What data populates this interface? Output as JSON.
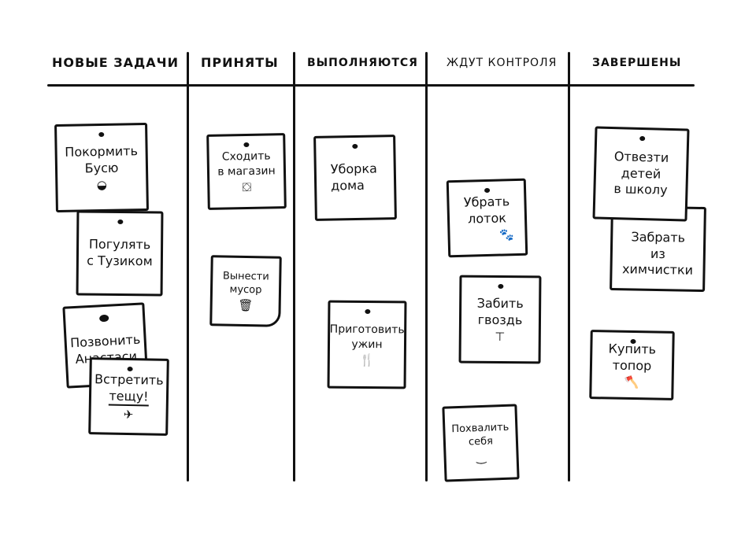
{
  "columns": [
    {
      "title": "Новые задачи"
    },
    {
      "title": "Приняты"
    },
    {
      "title": "Выполняются"
    },
    {
      "title": "Ждут контроля"
    },
    {
      "title": "Завершены"
    }
  ],
  "notes": [
    {
      "lines": [
        "Покормить",
        "Бусю"
      ],
      "icon": "bowl-icon"
    },
    {
      "lines": [
        "Погулять",
        "с Тузиком"
      ]
    },
    {
      "lines": [
        "Позвонить",
        "Анастаси"
      ]
    },
    {
      "lines": [
        "Встретить",
        "тещу!"
      ],
      "icon": "airplane-icon"
    },
    {
      "lines": [
        "Сходить",
        "в магазин"
      ],
      "icon": "shopping-bag-icon"
    },
    {
      "lines": [
        "Вынести",
        "мусор"
      ],
      "icon": "trash-bin-icon"
    },
    {
      "lines": [
        "Уборка",
        "дома"
      ]
    },
    {
      "lines": [
        "Приготовить",
        "ужин"
      ],
      "icon": "fork-knife-icon"
    },
    {
      "lines": [
        "Убрать",
        "лоток"
      ],
      "icon": "paw-icon"
    },
    {
      "lines": [
        "Забить",
        "гвоздь"
      ],
      "icon": "nail-icon"
    },
    {
      "lines": [
        "Похвалить",
        "себя"
      ],
      "icon": "smile-icon"
    },
    {
      "lines": [
        "Отвезти",
        "детей",
        "в школу"
      ]
    },
    {
      "lines": [
        "Забрать",
        "из",
        "химчистки"
      ]
    },
    {
      "lines": [
        "Купить",
        "топор"
      ],
      "icon": "axe-icon"
    }
  ]
}
